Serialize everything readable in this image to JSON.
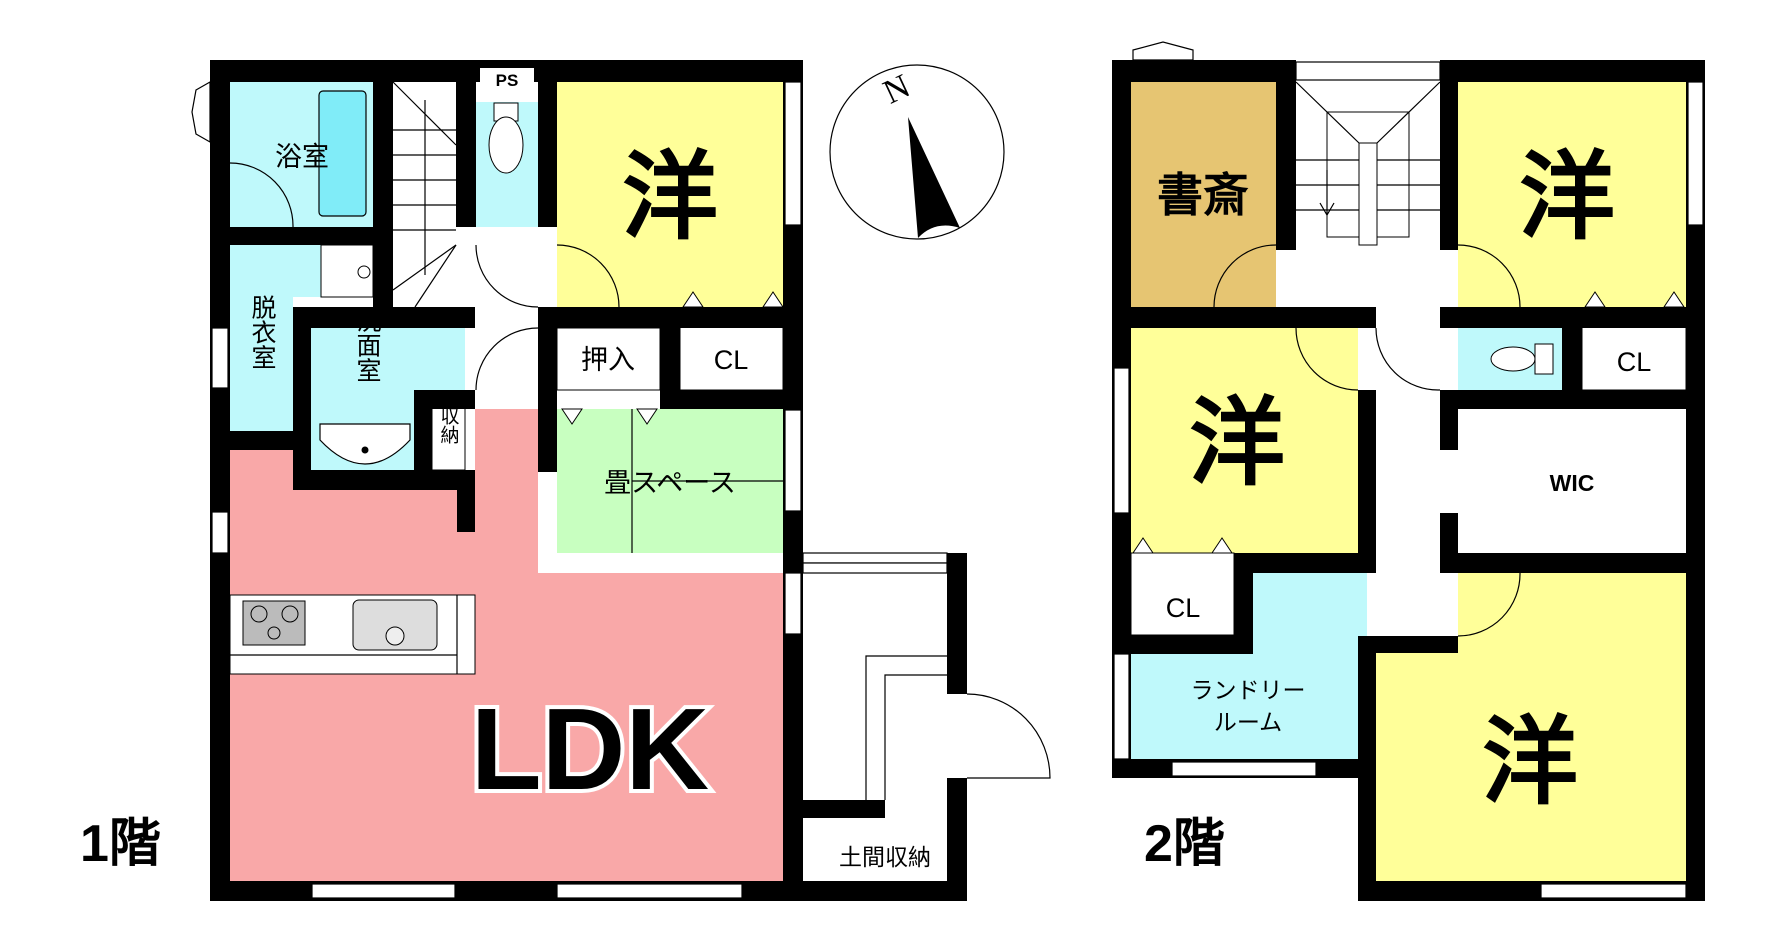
{
  "floor1": {
    "label": "1階",
    "rooms": {
      "bath": "浴室",
      "dressing": "脱衣室",
      "washroom": "洗面室",
      "storage": "収納",
      "ps": "PS",
      "western": "洋",
      "oshiire": "押入",
      "closet": "CL",
      "tatami": "畳スペース",
      "ldk": "LDK",
      "doma_storage": "土間収納"
    }
  },
  "floor2": {
    "label": "2階",
    "rooms": {
      "study": "書斎",
      "western_ne": "洋",
      "western_w": "洋",
      "western_se": "洋",
      "closet_ne": "CL",
      "closet_w": "CL",
      "wic": "WIC",
      "laundry_line1": "ランドリー",
      "laundry_line2": "ルーム"
    }
  },
  "compass": {
    "north": "N"
  },
  "colors": {
    "western": "#ffff99",
    "ldk": "#f9a8a8",
    "tatami": "#c8ffc0",
    "wet": "#bff9fb",
    "tub": "#80ecf8",
    "study": "#e6c572",
    "wall": "#000000"
  }
}
